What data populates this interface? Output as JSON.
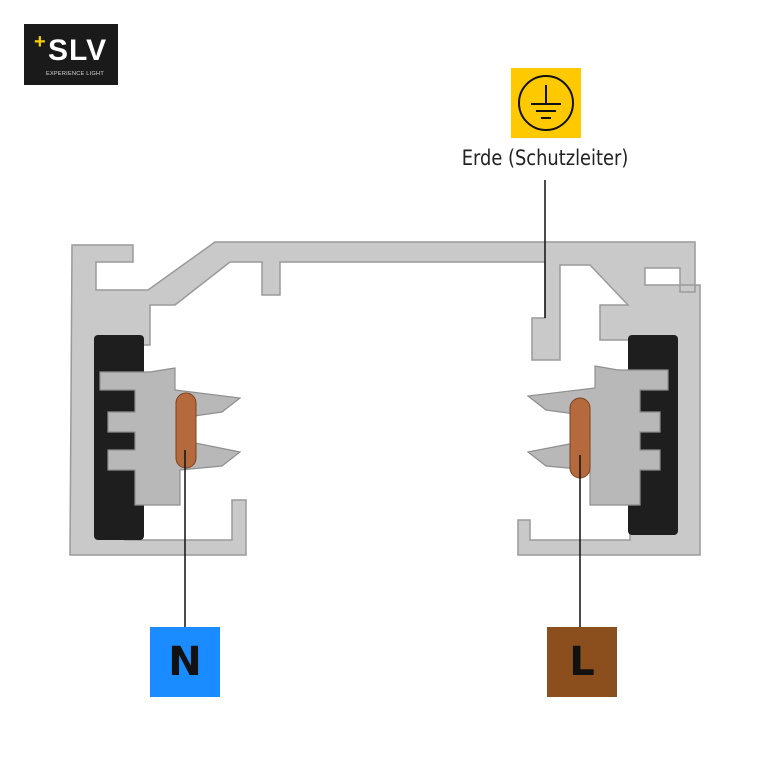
{
  "logo": {
    "brand": "SLV",
    "tagline": "EXPERIENCE LIGHT"
  },
  "earth": {
    "icon": "protective-earth-icon",
    "label": "Erde (Schutzleiter)",
    "color": "#ffc900"
  },
  "neutral": {
    "label": "N",
    "color": "#1a8cff"
  },
  "live": {
    "label": "L",
    "color": "#8b4f1e"
  }
}
